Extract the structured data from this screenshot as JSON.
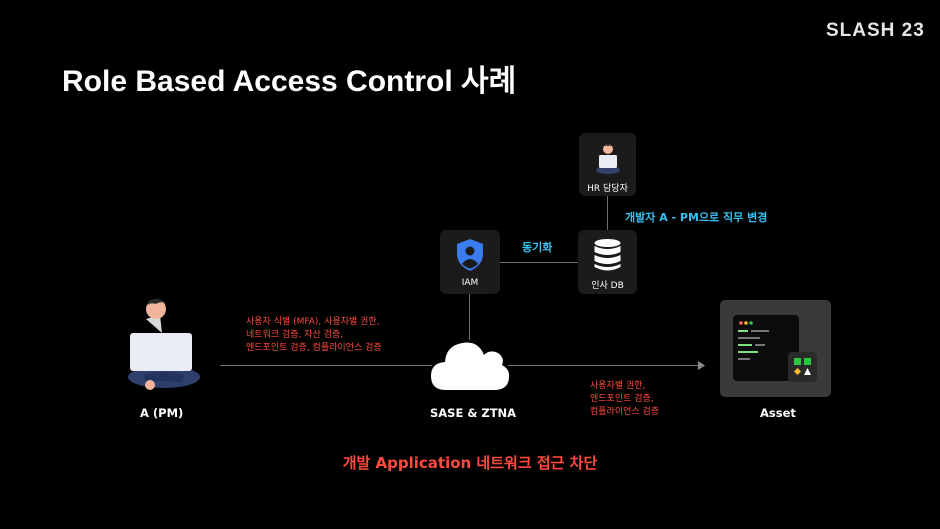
{
  "logo": "SLASH 23",
  "title": "Role Based Access Control 사례",
  "nodes": {
    "hr": "HR 담당자",
    "iam": "IAM",
    "db": "인사 DB",
    "user": "A (PM)",
    "sase": "SASE & ZTNA",
    "asset": "Asset"
  },
  "labels": {
    "sync": "동기화",
    "role_change": "개발자 A - PM으로 직무 변경",
    "user_checks": [
      "사용자 식별 (MFA), 사용자별 권한,",
      "네트워크 검증, 자산 검증,",
      "엔드포인트 검증, 컴플라이언스 검증"
    ],
    "asset_checks": [
      "사용자별 권한,",
      "엔드포인트 검증,",
      "컴플라이언스 검증"
    ],
    "blocked": "개발 Application 네트워크 접근 차단"
  },
  "colors": {
    "background": "#000000",
    "accent_cyan": "#36c1f2",
    "alert_red": "#ff4a3d",
    "iam_blue": "#3b7bf0"
  }
}
